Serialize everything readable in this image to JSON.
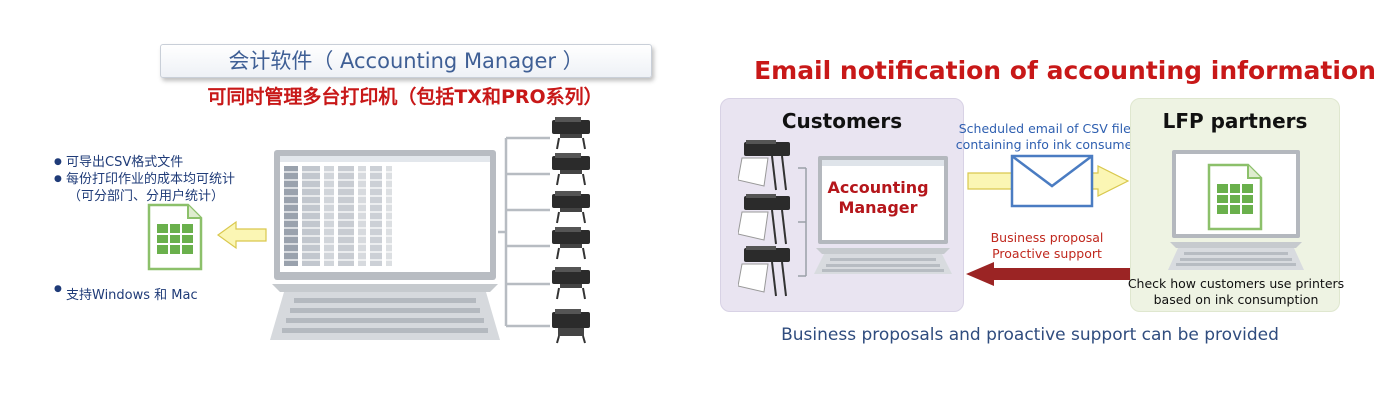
{
  "left": {
    "title": "会计软件（ Accounting Manager ）",
    "subtitle": "可同时管理多台打印机（包括TX和PRO系列）",
    "features": [
      "可导出CSV格式文件",
      "每份打印作业的成本均可统计",
      "（可分部门、分用户统计）"
    ],
    "support": "支持Windows 和 Mac",
    "printer_count": 6
  },
  "right": {
    "title": "Email notification of accounting information",
    "customers_title": "Customers",
    "accounting_label_line1": "Accounting",
    "accounting_label_line2": "Manager",
    "email_note_line1": "Scheduled email of CSV files",
    "email_note_line2": "containing info ink consumed",
    "proposal_line1": "Business proposal",
    "proposal_line2": "Proactive support",
    "lfp_title": "LFP partners",
    "check_line1": "Check how customers use printers",
    "check_line2": "based on ink consumption",
    "bottom_caption": "Business proposals and proactive support can be provided"
  },
  "colors": {
    "accent_red": "#c81818",
    "text_blue": "#1f3b78",
    "arrow_yellow": "#fbf6b4",
    "arrow_dark_red": "#9b2424",
    "spreadsheet_green": "#6ab04c"
  }
}
